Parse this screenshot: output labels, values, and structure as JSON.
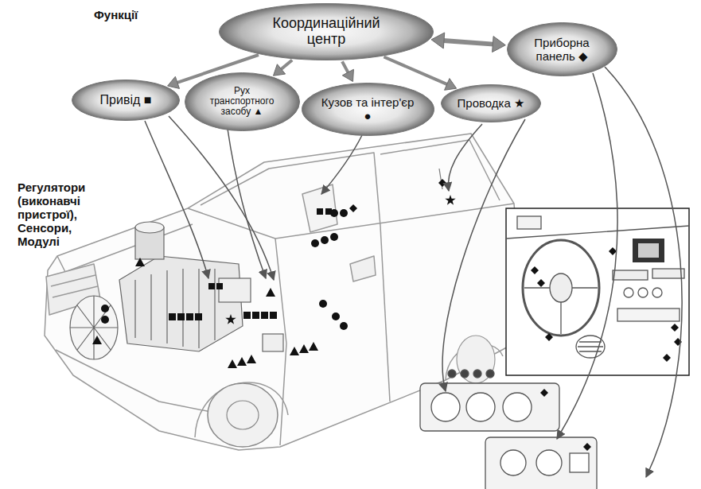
{
  "diagram": {
    "nodes": [
      {
        "text": [
          "Координаційний центр"
        ]
      },
      {
        "text": [
          "Привід ■"
        ]
      },
      {
        "text": [
          "Рух транспортного засобу ▲"
        ]
      },
      {
        "text": [
          "Кузов та інтер'єр ●"
        ]
      },
      {
        "text": [
          "Проводка ★"
        ]
      },
      {
        "text": [
          "Приборна панель ◆"
        ]
      }
    ],
    "edges": [
      {
        "from": 0,
        "to": 5,
        "arrow": "both"
      },
      {
        "from": 0,
        "to": 1,
        "arrow": "to"
      },
      {
        "from": 0,
        "to": 2,
        "arrow": "to"
      },
      {
        "from": 0,
        "to": 3,
        "arrow": "to"
      },
      {
        "from": 0,
        "to": 4,
        "arrow": "to"
      }
    ],
    "labels": [
      "Функції",
      "Регулятори (виконавчі пристрої), Сенсори, Модулі"
    ]
  }
}
